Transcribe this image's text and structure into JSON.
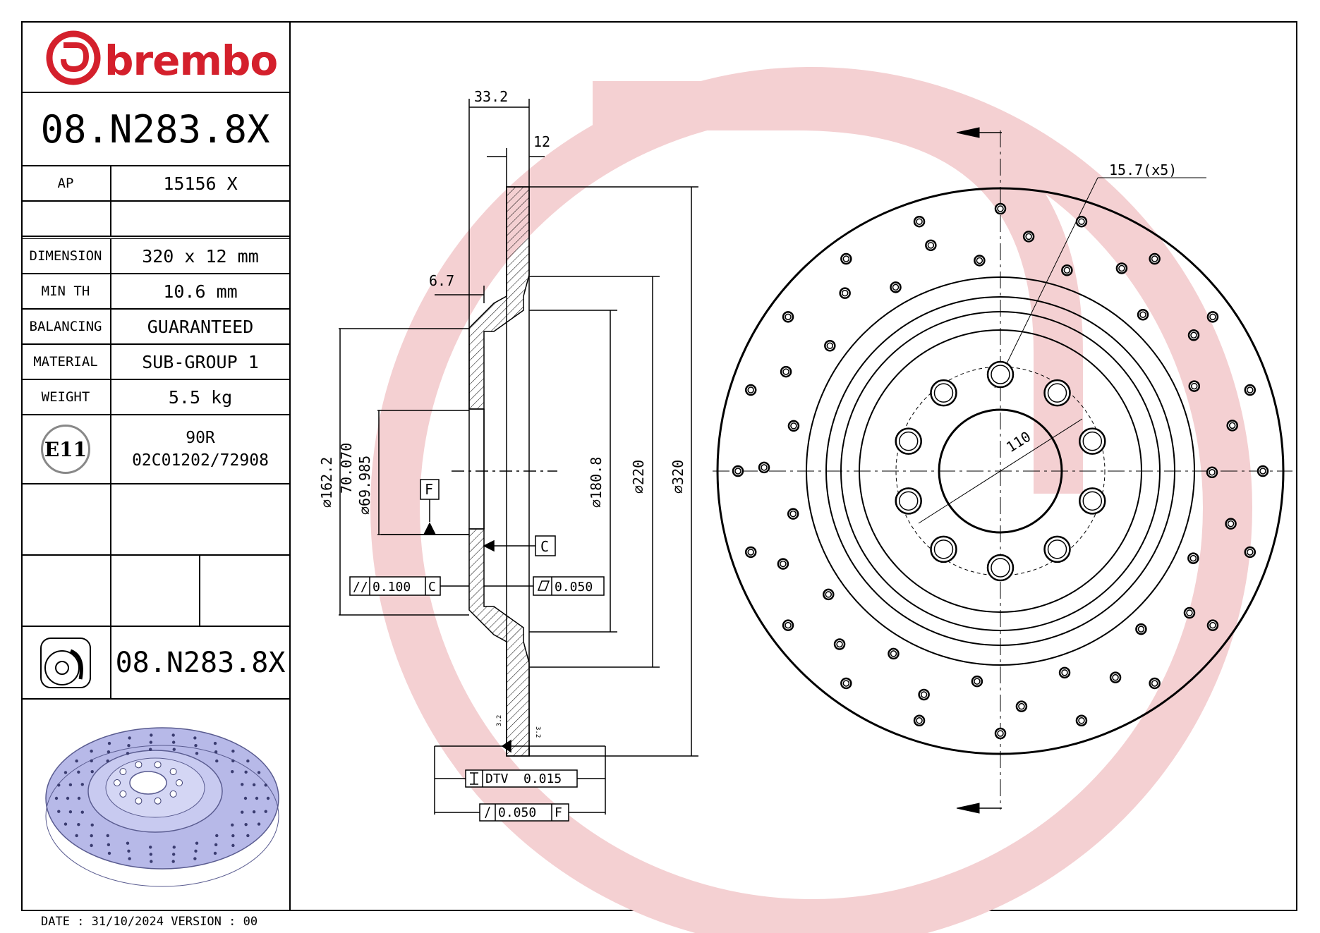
{
  "brand": {
    "name": "brembo",
    "logo_color": "#d4202c"
  },
  "part_code": "08.N283.8X",
  "spec_rows": [
    {
      "label": "AP",
      "value": "15156 X"
    },
    {
      "label": "",
      "value": ""
    },
    {
      "label": "DIMENSION",
      "value": "320 x 12 mm"
    },
    {
      "label": "MIN TH",
      "value": "10.6 mm"
    },
    {
      "label": "BALANCING",
      "value": "GUARANTEED"
    },
    {
      "label": "MATERIAL",
      "value": "SUB-GROUP 1"
    },
    {
      "label": "WEIGHT",
      "value": "5.5 kg"
    }
  ],
  "approval": {
    "mark": "E11",
    "line1": "90R",
    "line2": "02C01202/72908"
  },
  "bottom_code": "08.N283.8X",
  "footer": {
    "date_label": "DATE : 31/10/2024",
    "version_label": "VERSION : 00"
  },
  "drawing": {
    "dims": {
      "overall_width": "33.2",
      "thickness": "12",
      "hat_offset": "6.7",
      "d_162": "⌀162.2",
      "d_70_max": "70.070",
      "d_70_min": "⌀69.985",
      "d_180": "⌀180.8",
      "d_220": "⌀220",
      "d_320": "⌀320",
      "hole_dia": "15.7(x5)",
      "pcd": "110",
      "lbl_32a": "3.2",
      "lbl_32b": "3.2"
    },
    "datums": {
      "f": "F",
      "c": "C"
    },
    "tolerances": {
      "parallel_symbol": "//",
      "parallel_value": "0.100",
      "parallel_ref": "C",
      "flat_value": "0.050",
      "dtv_label": "DTV",
      "dtv_value": "0.015",
      "runout_value": "0.050",
      "runout_ref": "F"
    },
    "watermark_color": "#f2c3c6",
    "disc_color": "#b7b9e8"
  }
}
